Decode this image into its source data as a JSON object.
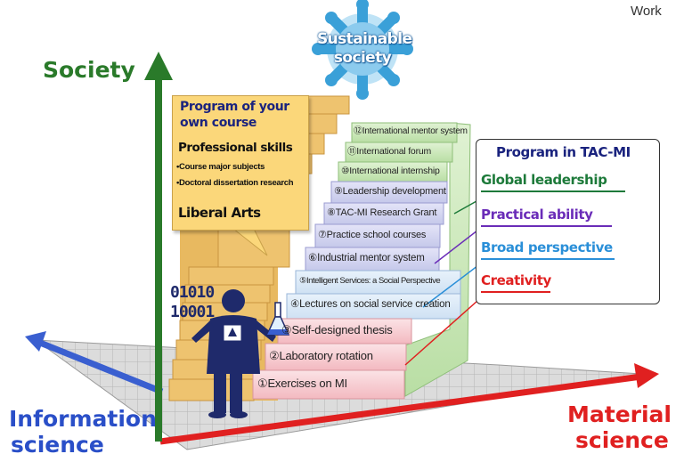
{
  "corner_label": "Work",
  "axes": {
    "vertical": "Society",
    "left": [
      "Information",
      "science"
    ],
    "right": [
      "Material",
      "science"
    ]
  },
  "goal_badge": [
    "Sustainable",
    "society"
  ],
  "own_program": {
    "title": [
      "Program of your",
      "own course"
    ],
    "professional_title": "Professional skills",
    "professional_items": [
      "•Course major subjects",
      "•Doctoral dissertation research"
    ],
    "liberal": "Liberal Arts"
  },
  "tac_program": {
    "title": "Program in TAC-MI",
    "items": [
      {
        "label": "Global leadership",
        "color": "#1d7a3a"
      },
      {
        "label": "Practical ability",
        "color": "#6a2cb8"
      },
      {
        "label": "Broad perspective",
        "color": "#2a8fd8"
      },
      {
        "label": "Creativity",
        "color": "#e02020"
      }
    ]
  },
  "steps": [
    "⑫International mentor system",
    "⑪International forum",
    "⑩International internship",
    "⑨Leadership development",
    "⑧TAC-MI Research Grant",
    "⑦Practice school courses",
    "⑥Industrial mentor system",
    "⑤Intelligent Services: a Social Perspective",
    "④Lectures on social service creation",
    "③Self-designed thesis",
    "②Laboratory rotation",
    "①Exercises on MI"
  ],
  "binary": [
    "01010",
    "10001"
  ],
  "colors": {
    "society_axis": "#2a7a2a",
    "info_axis": "#3a5fd0",
    "material_axis": "#e02020",
    "stair_tan": "#e8b960",
    "step_pink": "#f6c6cc",
    "step_lilac": "#cfcfee",
    "step_green": "#c6e6b4",
    "figure": "#1f2a6b"
  }
}
